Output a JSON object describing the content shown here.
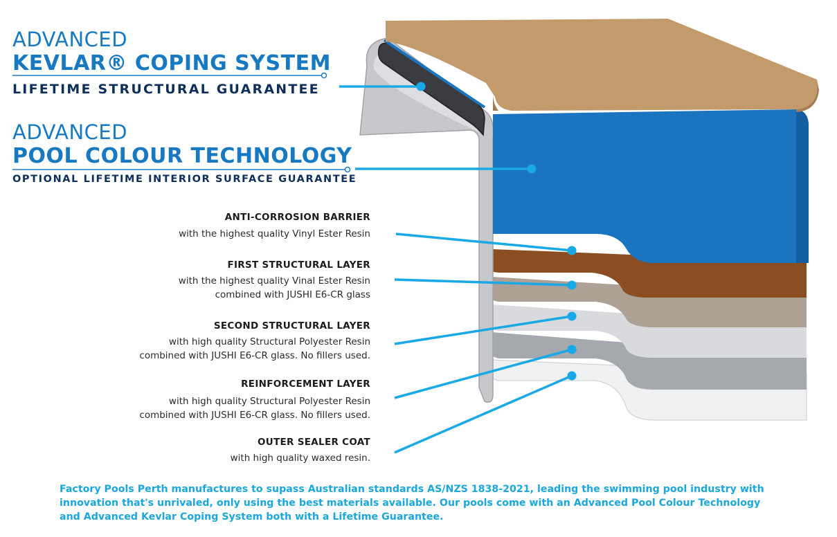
{
  "kevlar": {
    "line1": "ADVANCED",
    "line2": "KEVLAR® COPING SYSTEM",
    "line3": "LIFETIME STRUCTURAL GUARANTEE"
  },
  "pool_colour": {
    "line1": "ADVANCED",
    "line2": "POOL COLOUR TECHNOLOGY",
    "line3": "OPTIONAL LIFETIME INTERIOR SURFACE GUARANTEE"
  },
  "layers": [
    {
      "title": "ANTI-CORROSION BARRIER",
      "desc1": "with the highest quality Vinyl Ester Resin",
      "desc2": ""
    },
    {
      "title": "FIRST STRUCTURAL LAYER",
      "desc1": "with the highest quality Vinal Ester Resin",
      "desc2": "combined with JUSHI E6-CR glass"
    },
    {
      "title": "SECOND STRUCTURAL LAYER",
      "desc1": "with high quality Structural Polyester Resin",
      "desc2": "combined with JUSHI E6-CR glass. No fillers used."
    },
    {
      "title": "REINFORCEMENT LAYER",
      "desc1": "with high quality Structural Polyester Resin",
      "desc2": "combined with JUSHI E6-CR glass. No fillers used."
    },
    {
      "title": "OUTER SEALER COAT",
      "desc1": "with high quality waxed resin.",
      "desc2": ""
    }
  ],
  "footer": "Factory Pools Perth manufactures to supass Australian standards AS/NZS 1838-2021, leading the swimming pool industry with innovation that's unrivaled, only using the best materials available. Our pools come with an Advanced Pool Colour Technology and Advanced Kevlar Coping System both with a Lifetime Guarantee.",
  "colors": {
    "accent_blue": "#1679c2",
    "callout_cyan": "#18a9e6",
    "navy": "#0e2f5c",
    "coping_tan": "#c39a6b",
    "pool_blue": "#1b74bf",
    "barrier_brown": "#8a4e22"
  }
}
